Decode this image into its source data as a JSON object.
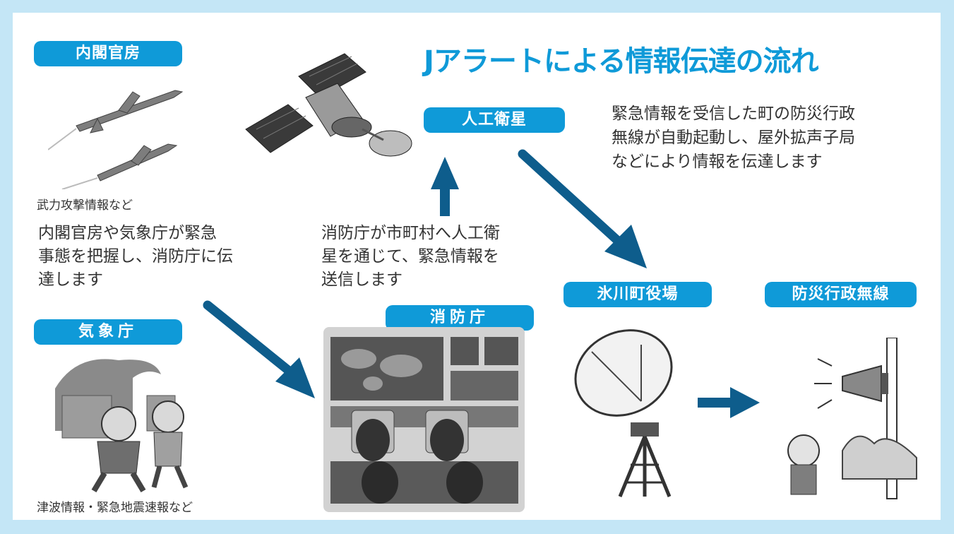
{
  "title": "Jアラートによる情報伝達の流れ",
  "badges": {
    "cabinet": "内閣官房",
    "jma": "気象庁",
    "satellite": "人工衛星",
    "fdma": "消防庁",
    "townhall": "氷川町役場",
    "radio": "防災行政無線"
  },
  "captions": {
    "missile": "武力攻撃情報など",
    "tsunami": "津波情報・緊急地震速報など"
  },
  "texts": {
    "cabinet_desc": [
      "内閣官房や気象庁が緊急",
      "事態を把握し、消防庁に伝",
      "達します"
    ],
    "fdma_desc": [
      "消防庁が市町村へ人工衛",
      "星を通じて、緊急情報を",
      "送信します"
    ],
    "town_desc": [
      "緊急情報を受信した町の防災行政",
      "無線が自動起動し、屋外拡声子局",
      "などにより情報を伝達します"
    ]
  },
  "colors": {
    "accent": "#0f9ad8",
    "arrow": "#0e5d8c",
    "frame": "#c4e6f6"
  },
  "icons": [
    "missile-illustration",
    "satellite-illustration",
    "disaster-people-illustration",
    "control-room-illustration",
    "parabolic-antenna-illustration",
    "loudspeaker-illustration"
  ]
}
